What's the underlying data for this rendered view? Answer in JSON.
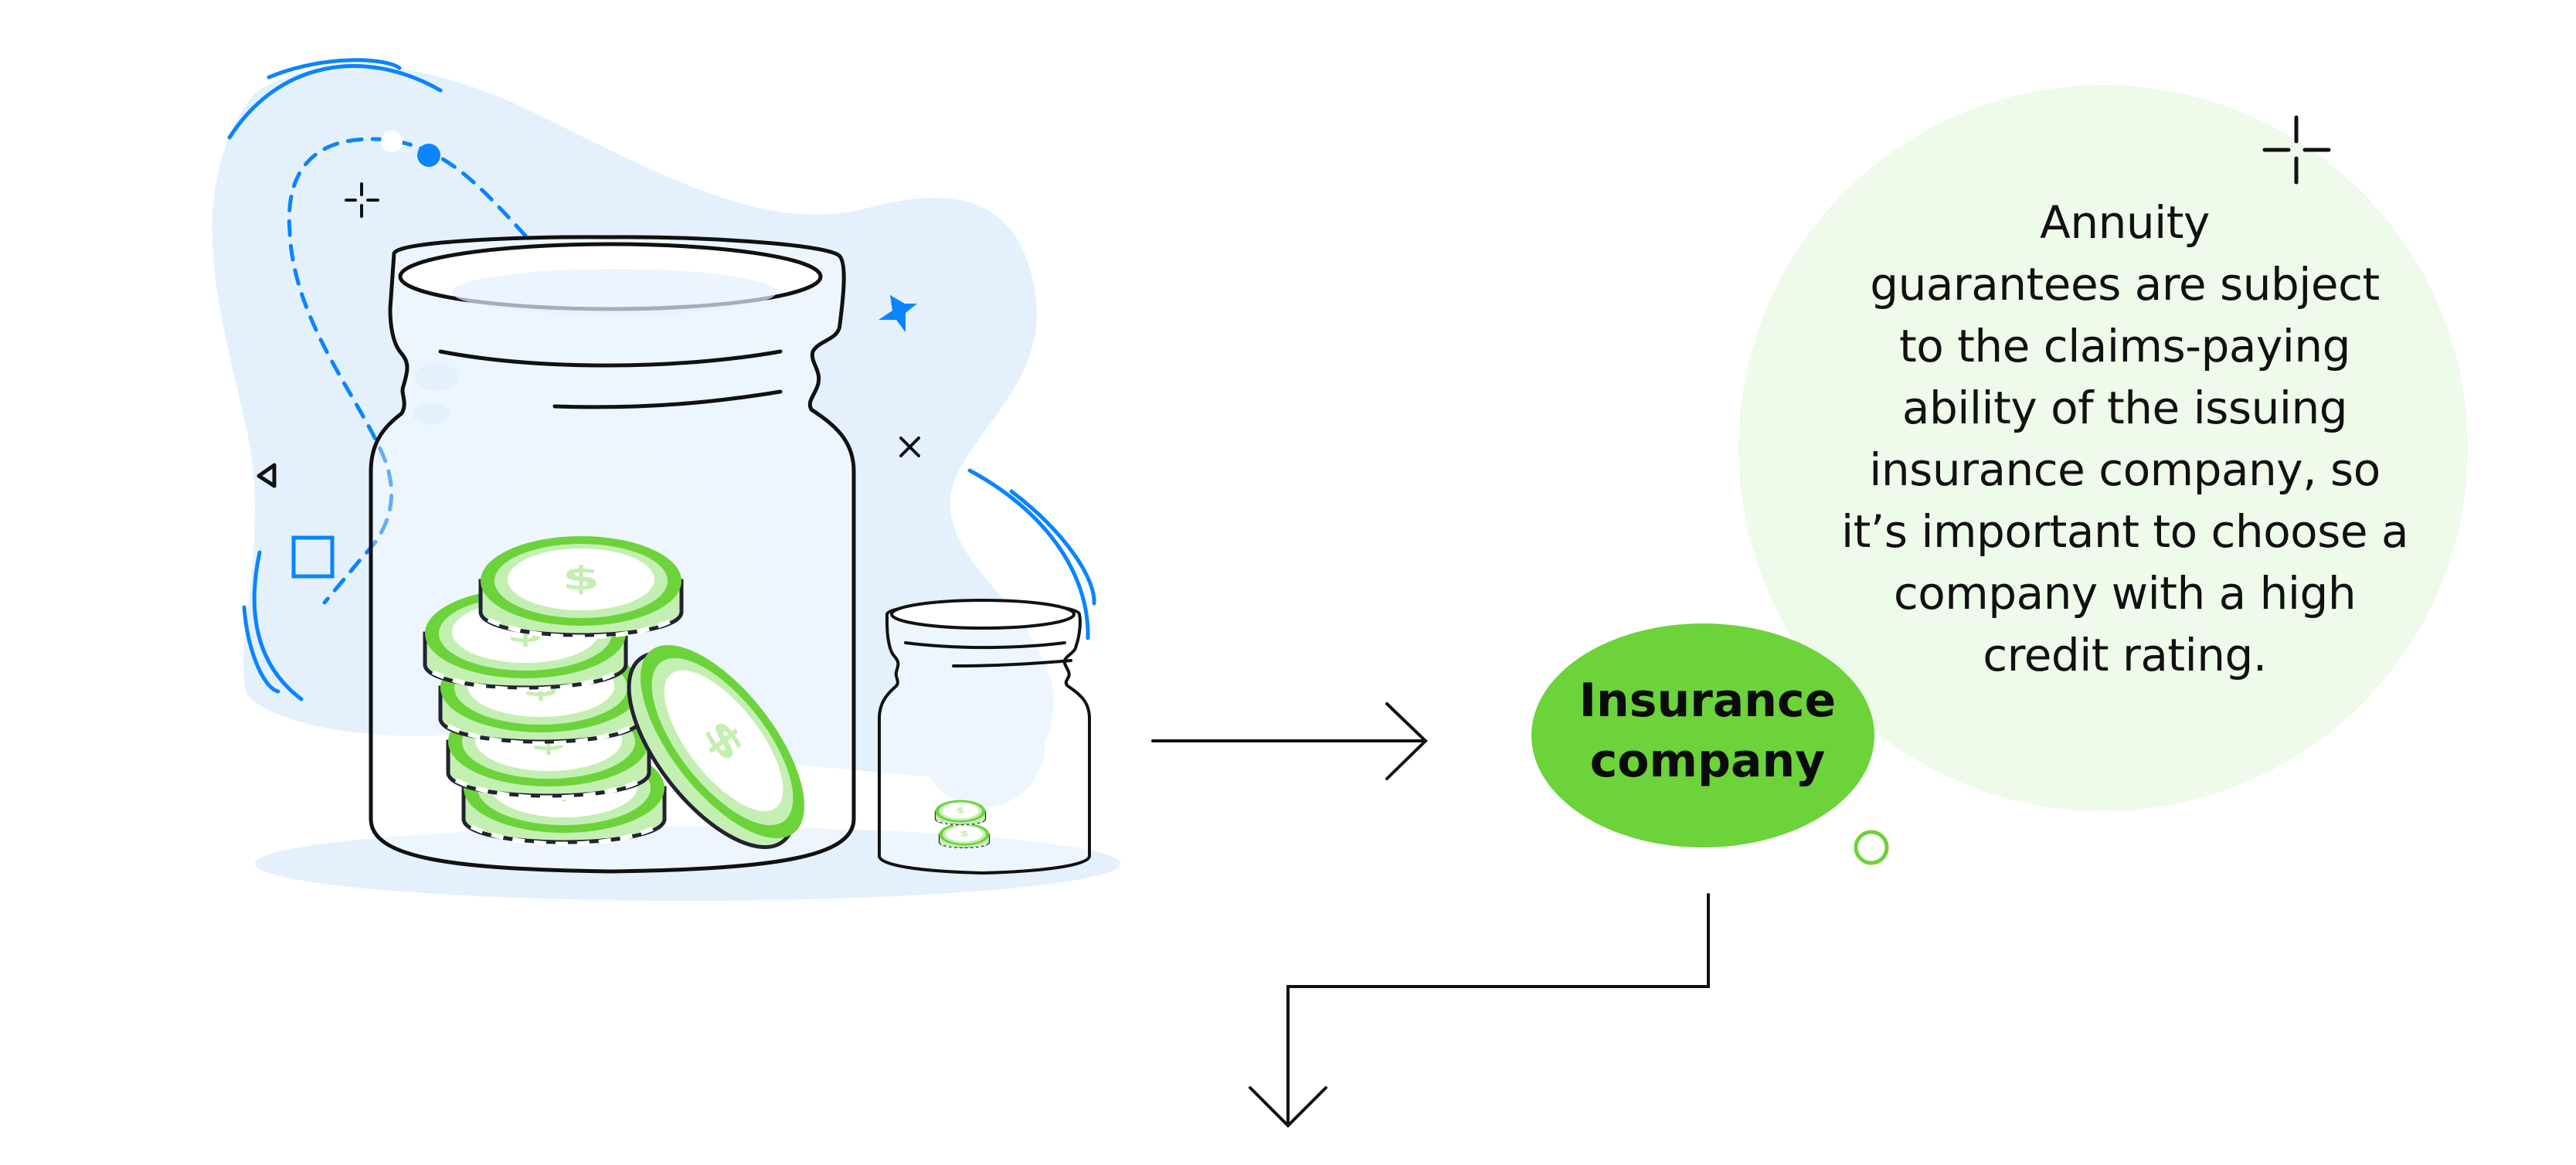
{
  "diagram": {
    "illustration": {
      "large_jar": {
        "label": "large jar with coin stack",
        "coins": 5
      },
      "small_jar": {
        "label": "small jar with coin stack",
        "coins": 2
      },
      "coin_symbol": "$"
    },
    "arrow_right": {
      "direction": "right"
    },
    "node": {
      "label_line1": "Insurance",
      "label_line2": "company",
      "fill": "#6cd33b"
    },
    "note": {
      "lines": [
        "Annuity",
        "guarantees are subject",
        "to the claims-paying",
        "ability of the issuing",
        "insurance company, so",
        "it’s important to choose a",
        "company with a high",
        "credit rating."
      ],
      "fill": "#eefaea"
    },
    "arrow_down": {
      "direction": "down"
    },
    "colors": {
      "accent_blue": "#0a84ff",
      "blob_blue": "#e4f1fd",
      "coin_green": "#6cd33b",
      "coin_light": "#c4efb2",
      "stroke": "#111111"
    }
  }
}
